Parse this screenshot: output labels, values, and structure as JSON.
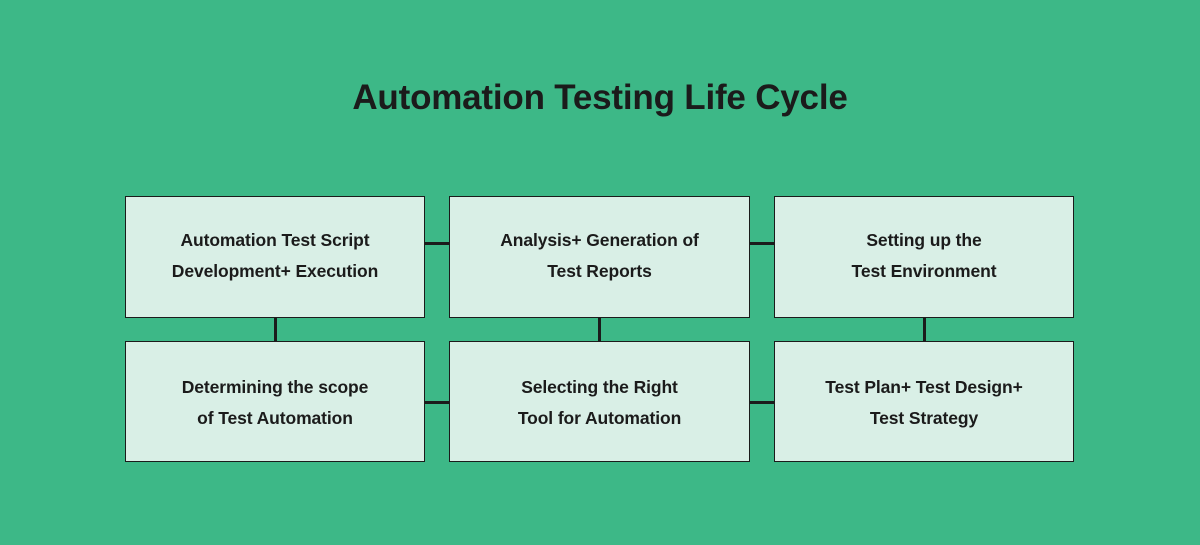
{
  "page": {
    "title": "Automation Testing Life Cycle",
    "background_color": "#3DB887",
    "node_fill_color": "#D9EFE6",
    "node_border_color": "#1b1b1b",
    "text_color": "#1b1b1b"
  },
  "diagram": {
    "type": "flowchart",
    "layout": "2 rows x 3 columns, boustrophedon (serpentine) flow",
    "nodes": [
      {
        "id": "node-1",
        "row": 1,
        "column": 1,
        "label": "Automation Test Script\nDevelopment+ Execution",
        "line1": "Automation Test Script",
        "line2": "Development+ Execution"
      },
      {
        "id": "node-2",
        "row": 1,
        "column": 2,
        "label": "Analysis+ Generation of\nTest Reports",
        "line1": "Analysis+ Generation of",
        "line2": "Test Reports"
      },
      {
        "id": "node-3",
        "row": 1,
        "column": 3,
        "label": "Setting up the\nTest Environment",
        "line1": "Setting up the",
        "line2": "Test Environment"
      },
      {
        "id": "node-4",
        "row": 2,
        "column": 1,
        "label": "Determining the scope\nof Test Automation",
        "line1": "Determining the scope",
        "line2": "of Test Automation"
      },
      {
        "id": "node-5",
        "row": 2,
        "column": 2,
        "label": "Selecting the Right\nTool for Automation",
        "line1": "Selecting the Right",
        "line2": "Tool for Automation"
      },
      {
        "id": "node-6",
        "row": 2,
        "column": 3,
        "label": "Test Plan+ Test Design+\nTest Strategy",
        "line1": "Test Plan+ Test Design+",
        "line2": "Test Strategy"
      }
    ],
    "connectors": [
      {
        "id": "conn-1",
        "from": "node-1",
        "to": "node-2",
        "orientation": "horizontal"
      },
      {
        "id": "conn-2",
        "from": "node-2",
        "to": "node-3",
        "orientation": "horizontal"
      },
      {
        "id": "conn-3",
        "from": "node-4",
        "to": "node-5",
        "orientation": "horizontal"
      },
      {
        "id": "conn-4",
        "from": "node-5",
        "to": "node-6",
        "orientation": "horizontal"
      },
      {
        "id": "conn-5",
        "from": "node-1",
        "to": "node-4",
        "orientation": "vertical"
      },
      {
        "id": "conn-6",
        "from": "node-2",
        "to": "node-5",
        "orientation": "vertical"
      },
      {
        "id": "conn-7",
        "from": "node-3",
        "to": "node-6",
        "orientation": "vertical"
      }
    ]
  }
}
